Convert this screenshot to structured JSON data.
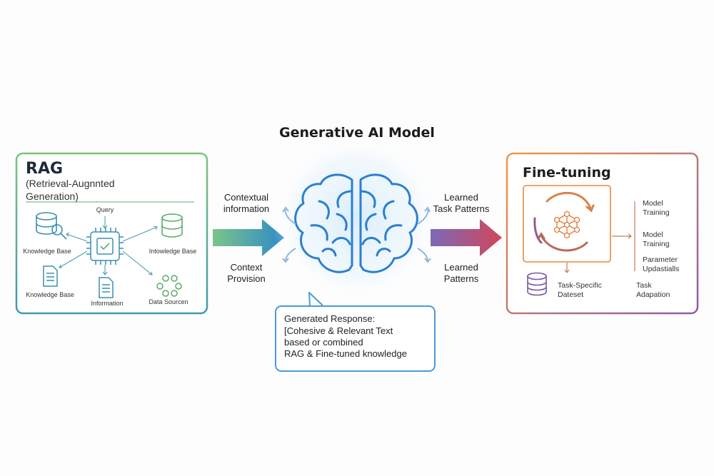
{
  "title": "Generative AI Model",
  "rag": {
    "title": "RAG",
    "subtitle_line1": "(Retrieval-Augnnted",
    "subtitle_line2": "Generation)",
    "query": "Query",
    "knowledge_base_left": "Knowledge Base",
    "knowledge_base_right": "Intowledge Base",
    "knowledge_base_bottom": "Knowledge Base",
    "information": "Information",
    "data_sources": "Data Sourcen"
  },
  "left_arrow": {
    "top_line1": "Contextual",
    "top_line2": "information",
    "bottom_line1": "Context",
    "bottom_line2": "Provision"
  },
  "right_arrow": {
    "top_line1": "Learned",
    "top_line2": "Task Patterns",
    "bottom_line1": "Learned",
    "bottom_line2": "Patterns"
  },
  "response": {
    "heading": "Generated Response:",
    "line1": "[Cohesive & Relevant Text",
    "line2": "based or combined",
    "line3": "RAG & Fine-tuned knowledge"
  },
  "finetune": {
    "title": "Fine-tuning",
    "item1_line1": "Model",
    "item1_line2": "Training",
    "item2_line1": "Model",
    "item2_line2": "Training",
    "item3_line1": "Parameter",
    "item3_line2": "Updastialls",
    "dataset_line1": "Task-Specific",
    "dataset_line2": "Dateset",
    "adapt_line1": "Task",
    "adapt_line2": "Adapation"
  },
  "colors": {
    "rag_border": "#6ab86a",
    "finetune_border": "#e8893a",
    "brain_stroke": "#2b7fd0",
    "response_border": "#4a9ad8",
    "icon_teal": "#3a8fb0"
  }
}
